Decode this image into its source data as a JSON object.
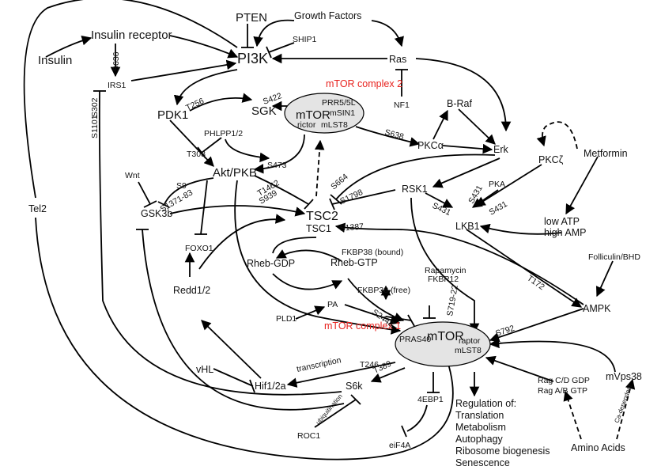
{
  "nodes": {
    "insulin": "Insulin",
    "insulin_receptor": "Insulin receptor",
    "pten": "PTEN",
    "growth_factors": "Growth Factors",
    "ship1": "SHIP1",
    "pi3k": "PI3K",
    "ras": "Ras",
    "irs1": "IRS1",
    "nf1": "NF1",
    "braf": "B-Raf",
    "pdk1": "PDK1",
    "sgk": "SGK",
    "phlpp": "PHLPP1/2",
    "akt": "Akt/PKB",
    "pkca": "PKCα",
    "erk": "Erk",
    "pkcz": "PKCζ",
    "metformin": "Metformin",
    "wnt": "Wnt",
    "gsk3b": "GSK3b",
    "tsc2": "TSC2",
    "tsc1": "TSC1",
    "rsk1": "RSK1",
    "pka": "PKA",
    "lkb1": "LKB1",
    "low_atp": "low ATP",
    "high_amp": "high AMP",
    "tel2": "Tel2",
    "foxo1": "FOXO1",
    "rheb_gdp": "Rheb-GDP",
    "rheb_gtp": "Rheb-GTP",
    "fkbp38_bound": "FKBP38 (bound)",
    "fkbp38_free": "FKBP38 (free)",
    "rapamycin": "Rapamycin",
    "fkbp12": "FKBP12",
    "folliculin": "Folliculin/BHD",
    "redd": "Redd1/2",
    "pld1": "PLD1",
    "pa": "PA",
    "ampk": "AMPK",
    "vhl": "vHL",
    "hif": "Hif1/2a",
    "s6k": "S6k",
    "4ebp1": "4EBP1",
    "eif4a": "eiF4A",
    "roc1": "ROC1",
    "mvps38": "mVps38",
    "rag1": "Rag C/D GDP",
    "rag2": "Rag A/B GTP",
    "amino_acids": "Amino Acids"
  },
  "mtorc2": {
    "title": "mTOR complex 2",
    "mtor": "mTOR",
    "prr5": "PRR5/5L",
    "msin1": "mSIN1",
    "rictor": "rictor",
    "mlst8": "mLST8"
  },
  "mtorc1": {
    "title": "mTOR complex 1",
    "mtor": "mTOR",
    "pras40": "PRAS40",
    "raptor": "raptor",
    "mlst8": "mLST8"
  },
  "regulation": [
    "Regulation of:",
    "Translation",
    "Metabolism",
    "Autophagy",
    "Ribosome biogenesis",
    "Senescence"
  ],
  "edge_labels": {
    "s636": "S636",
    "s302": "S302",
    "s1101": "S1101",
    "t256": "T256",
    "s422": "S422",
    "t308": "T308",
    "s473": "S473",
    "s638": "S638",
    "s9": "S9",
    "s1371": "S1371-83",
    "t1462": "T1462",
    "s939": "S939",
    "s664": "S664",
    "s1798": "S1798",
    "s431a": "S431",
    "s431b": "S431",
    "s431c": "S431",
    "s1387": "S1387",
    "t172": "T172",
    "s2448": "S2448",
    "s719": "S719-22",
    "s792": "S792",
    "t246": "T246",
    "t389": "T389",
    "transcription": "transcription",
    "ubiquitination": "ubiquitination",
    "ca_dependent": "Ca-dependent"
  }
}
